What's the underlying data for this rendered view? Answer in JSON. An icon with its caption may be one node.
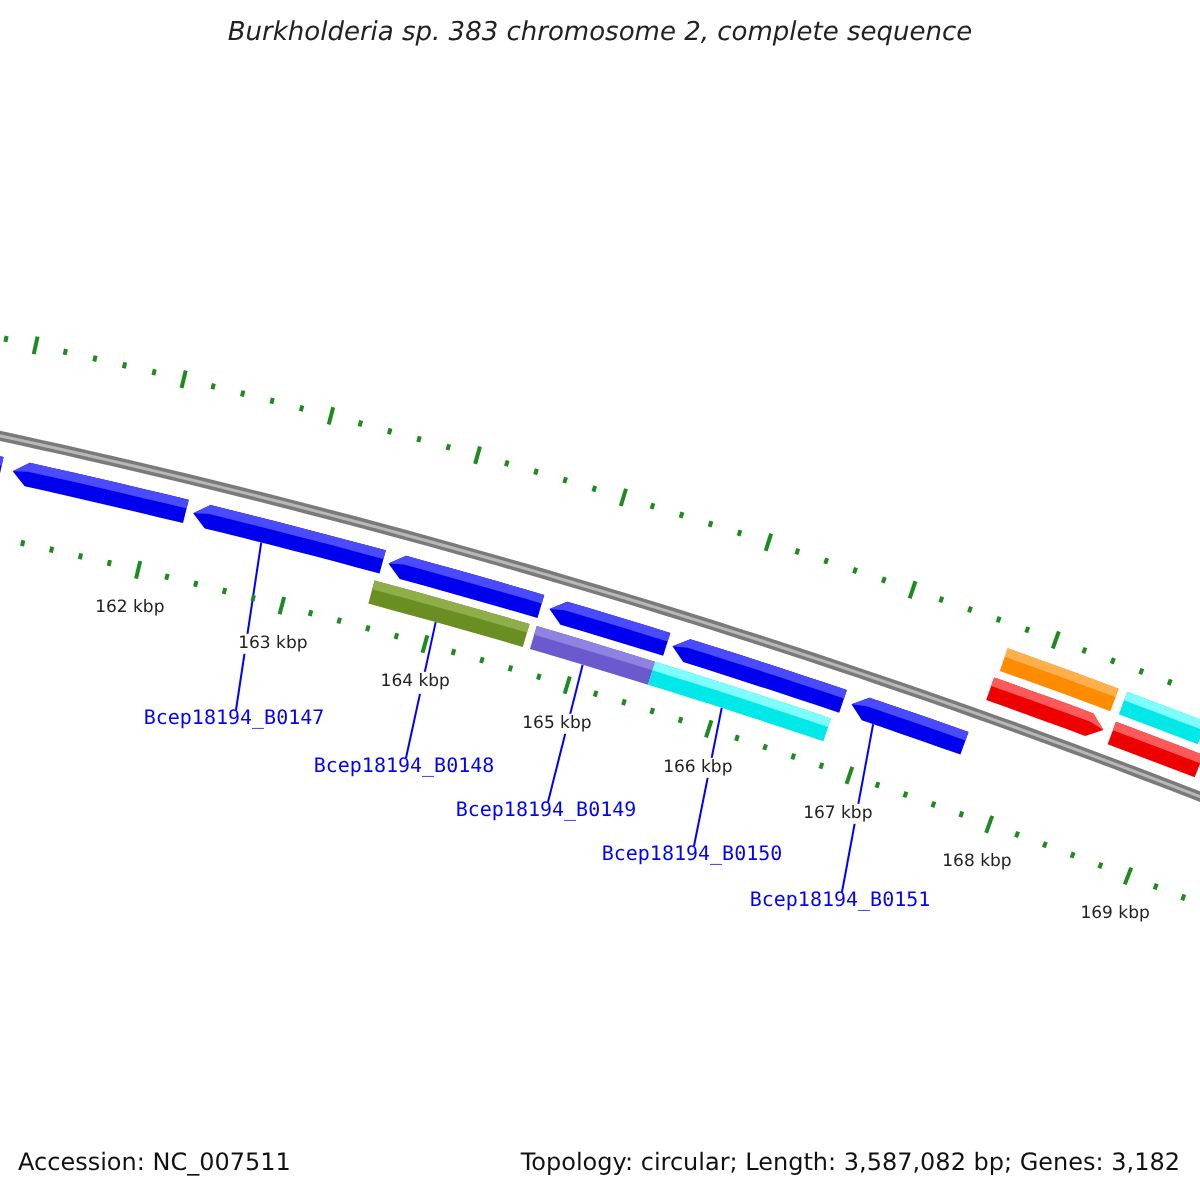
{
  "diagram": {
    "title": "Burkholderia sp. 383 chromosome 2, complete sequence",
    "nodes": [
      {
        "text": [],
        "shape": "bar"
      },
      {
        "text": [],
        "shape": "bar"
      },
      {
        "text": [],
        "shape": "bar"
      },
      {
        "text": [],
        "shape": "bar"
      },
      {
        "text": [],
        "shape": "bar"
      },
      {
        "text": [],
        "shape": "bar"
      },
      {
        "text": [],
        "shape": "bar"
      },
      {
        "text": [],
        "shape": "bar"
      },
      {
        "text": [],
        "shape": "bar"
      },
      {
        "text": [],
        "shape": "bar"
      },
      {
        "text": [],
        "shape": "bar"
      },
      {
        "text": [],
        "shape": "bar"
      },
      {
        "text": [],
        "shape": "bar"
      },
      {
        "text": [],
        "shape": "bar"
      },
      {
        "text": [
          "Bcep18194_B0147"
        ]
      },
      {
        "text": [
          "Bcep18194_B0148"
        ]
      },
      {
        "text": [
          "Bcep18194_B0149"
        ]
      },
      {
        "text": [
          "Bcep18194_B0150"
        ]
      },
      {
        "text": [
          "Bcep18194_B0151"
        ]
      }
    ],
    "edges": [
      {
        "from": 14,
        "to": 2,
        "arrow": "none"
      },
      {
        "from": 15,
        "to": 11,
        "arrow": "none"
      },
      {
        "from": 16,
        "to": 12,
        "arrow": "none"
      },
      {
        "from": 17,
        "to": 13,
        "arrow": "none"
      },
      {
        "from": 18,
        "to": 6,
        "arrow": "none"
      }
    ],
    "labels": [
      "162 kbp",
      "163 kbp",
      "164 kbp",
      "165 kbp",
      "166 kbp",
      "167 kbp",
      "168 kbp",
      "169 kbp",
      "Accession: NC_007511",
      "Topology: circular; Length: 3,587,082 bp; Genes: 3,182"
    ]
  }
}
